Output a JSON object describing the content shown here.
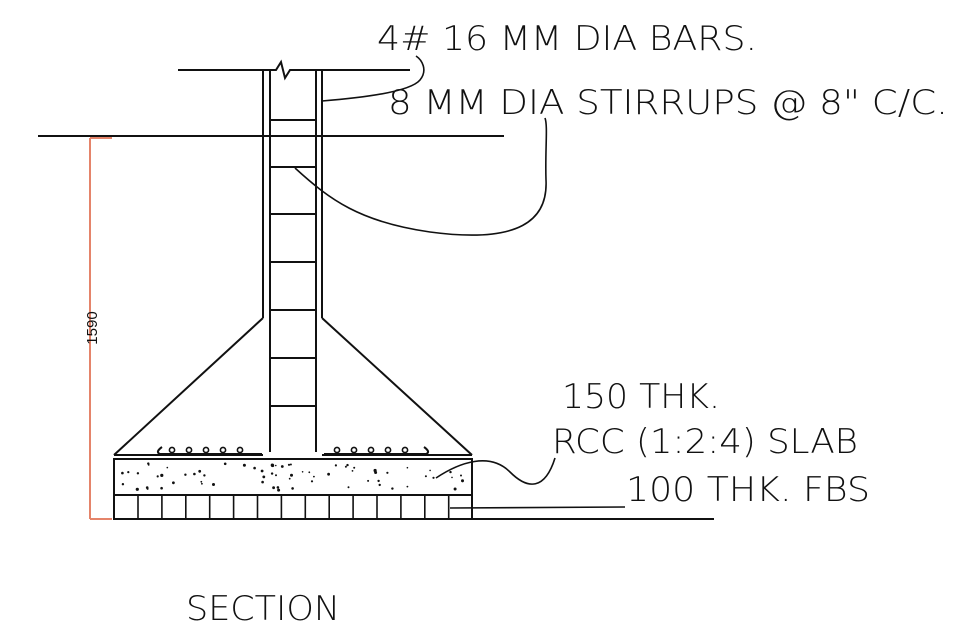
{
  "drawing": {
    "annotations": {
      "bars": "4# 16 MM DIA BARS.",
      "stirrups": "8 MM DIA STIRRUPS @ 8\" C/C.",
      "slab_thickness": "150 THK.",
      "slab_spec": "RCC (1:2:4) SLAB",
      "fbs": "100 THK. FBS"
    },
    "dimension": "1590",
    "title": "SECTION",
    "colors": {
      "line": "#111111",
      "dimension": "#e5846a"
    }
  }
}
